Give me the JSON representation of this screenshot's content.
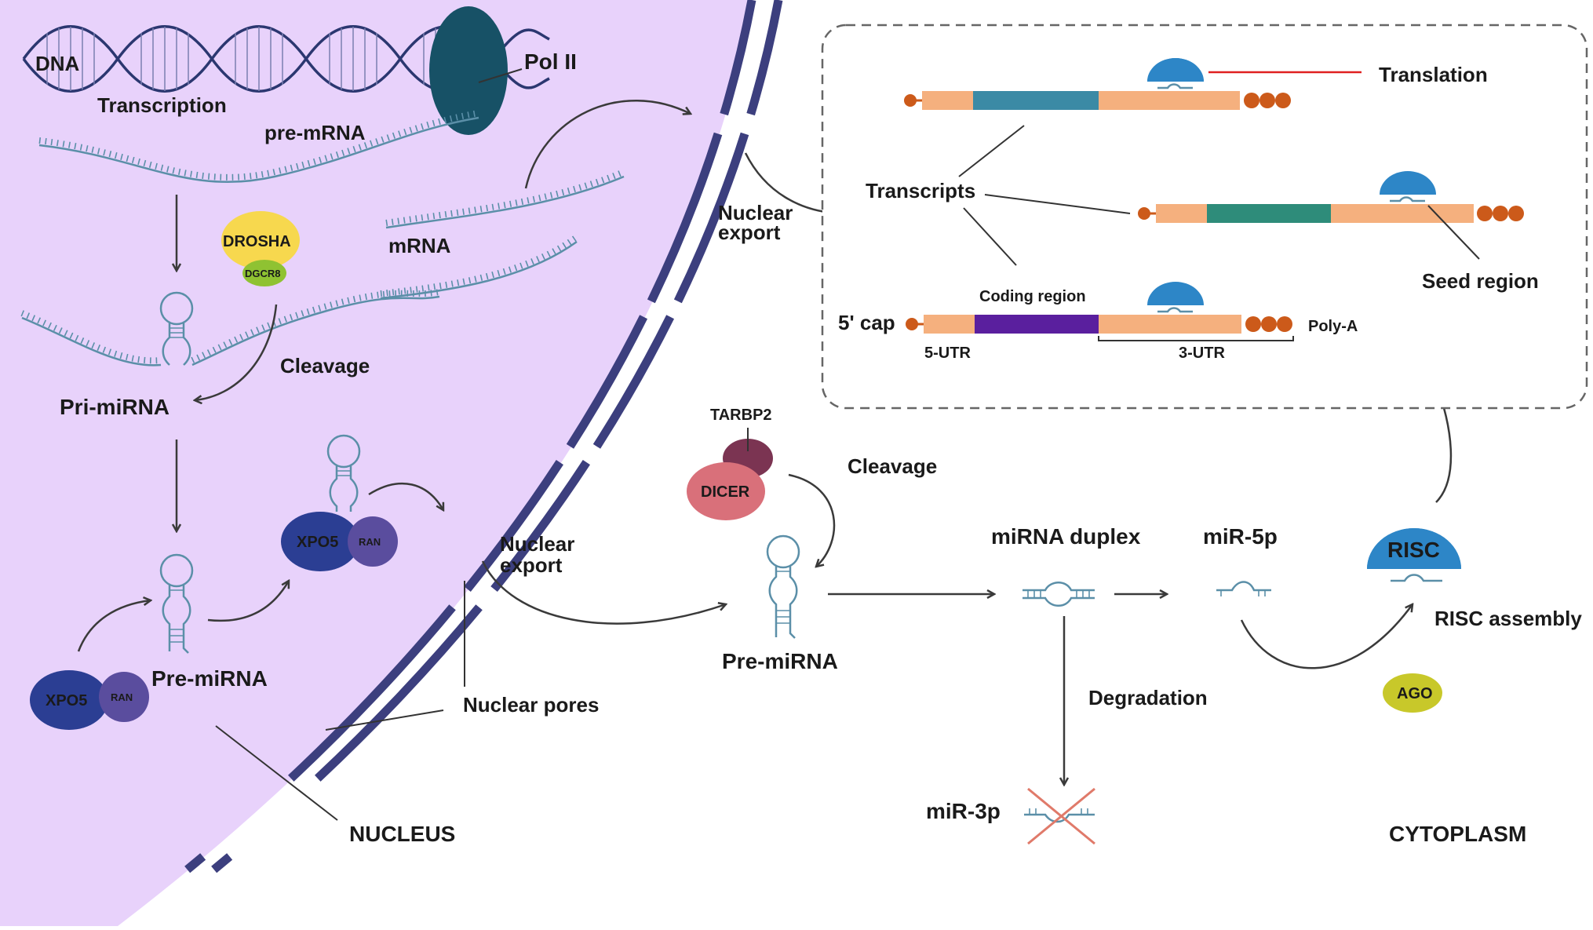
{
  "labels": {
    "dna": "DNA",
    "transcription": "Transcription",
    "pre_mrna": "pre-mRNA",
    "pol_ii": "Pol II",
    "mrna": "mRNA",
    "drosha": "DROSHA",
    "dgcr8": "DGCR8",
    "cleavage_nucleus": "Cleavage",
    "pri_mirna": "Pri-miRNA",
    "xpo5_a": "XPO5",
    "ran_a": "RAN",
    "xpo5_b": "XPO5",
    "ran_b": "RAN",
    "pre_mirna_nucleus": "Pre-miRNA",
    "nuclear_export_top_1": "Nuclear",
    "nuclear_export_top_2": "export",
    "nuclear_export_mid_1": "Nuclear",
    "nuclear_export_mid_2": "export",
    "nuclear_pores": "Nuclear pores",
    "nucleus": "NUCLEUS",
    "tarbp2": "TARBP2",
    "dicer": "DICER",
    "cleavage_cyto": "Cleavage",
    "pre_mirna_cyto": "Pre-miRNA",
    "mirna_duplex": "miRNA duplex",
    "mir_5p": "miR-5p",
    "risc": "RISC",
    "risc_assembly": "RISC assembly",
    "ago": "AGO",
    "degradation": "Degradation",
    "mir_3p": "miR-3p",
    "cytoplasm": "CYTOPLASM",
    "translation": "Translation",
    "transcripts": "Transcripts",
    "seed_region": "Seed region",
    "coding_region": "Coding region",
    "five_cap": "5' cap",
    "poly_a": "Poly-A",
    "five_utr": "5-UTR",
    "three_utr": "3-UTR"
  },
  "colors": {
    "nucleus_fill": "#e8d2fb",
    "membrane": "#3c3f7e",
    "rna": "#5b8fa8",
    "pol_ii": "#175166",
    "drosha": "#f7d84e",
    "dgcr8": "#8fc232",
    "xpo5": "#2b3e93",
    "ran": "#5a4d9e",
    "dicer": "#d9707a",
    "tarbp2": "#7b3452",
    "risc": "#2d86c7",
    "ago": "#c8c82a",
    "utr": "#f5b07e",
    "cap_dot": "#cc5a1a",
    "coding_1": "#3b8aa5",
    "coding_2": "#2e8c7a",
    "coding_3": "#5a1f9e",
    "translation_line": "#e02020",
    "cross": "#e07a6a"
  }
}
